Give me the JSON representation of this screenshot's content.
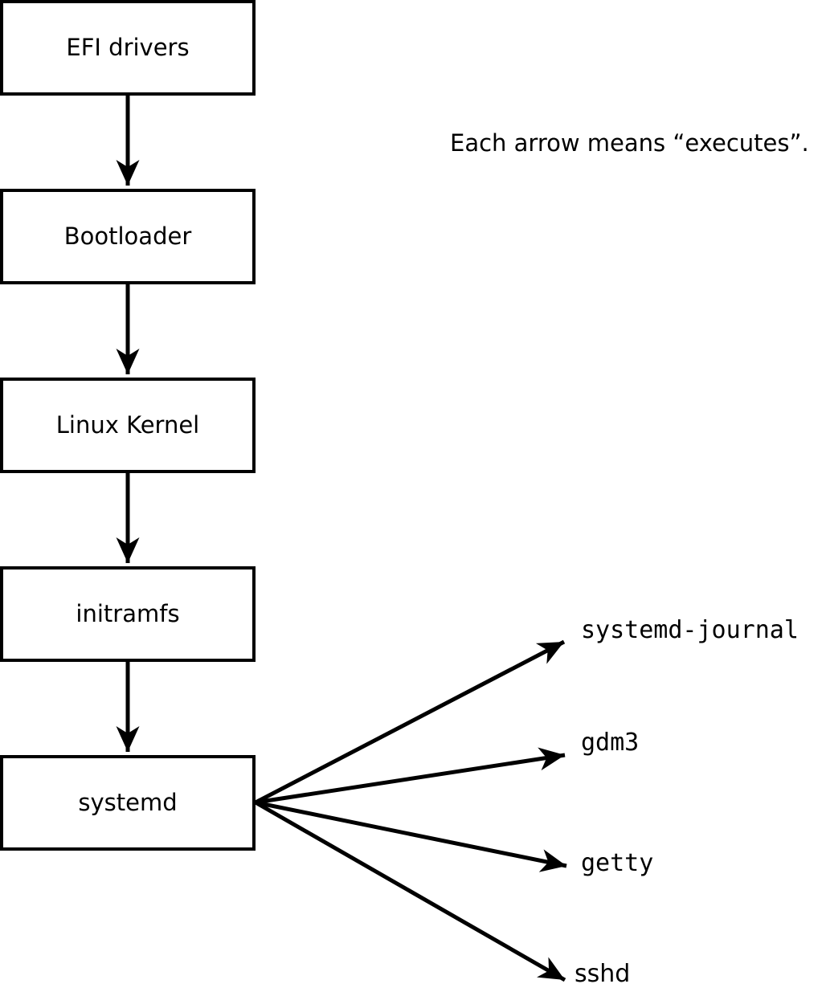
{
  "diagram": {
    "legend_note": "Each arrow means “executes”.",
    "nodes": [
      {
        "label": "EFI drivers"
      },
      {
        "label": "Bootloader"
      },
      {
        "label": "Linux Kernel"
      },
      {
        "label": "initramfs"
      },
      {
        "label": "systemd"
      }
    ],
    "chain_arrows": [
      {
        "from": "EFI drivers",
        "to": "Bootloader",
        "meaning": "executes"
      },
      {
        "from": "Bootloader",
        "to": "Linux Kernel",
        "meaning": "executes"
      },
      {
        "from": "Linux Kernel",
        "to": "initramfs",
        "meaning": "executes"
      },
      {
        "from": "initramfs",
        "to": "systemd",
        "meaning": "executes"
      }
    ],
    "spawned_processes": [
      {
        "label": "systemd-journal",
        "from": "systemd",
        "meaning": "executes"
      },
      {
        "label": "gdm3",
        "from": "systemd",
        "meaning": "executes"
      },
      {
        "label": "getty",
        "from": "systemd",
        "meaning": "executes"
      },
      {
        "label": "sshd",
        "from": "systemd",
        "meaning": "executes"
      }
    ],
    "colors": {
      "foreground": "#000000",
      "background": "#ffffff"
    }
  }
}
